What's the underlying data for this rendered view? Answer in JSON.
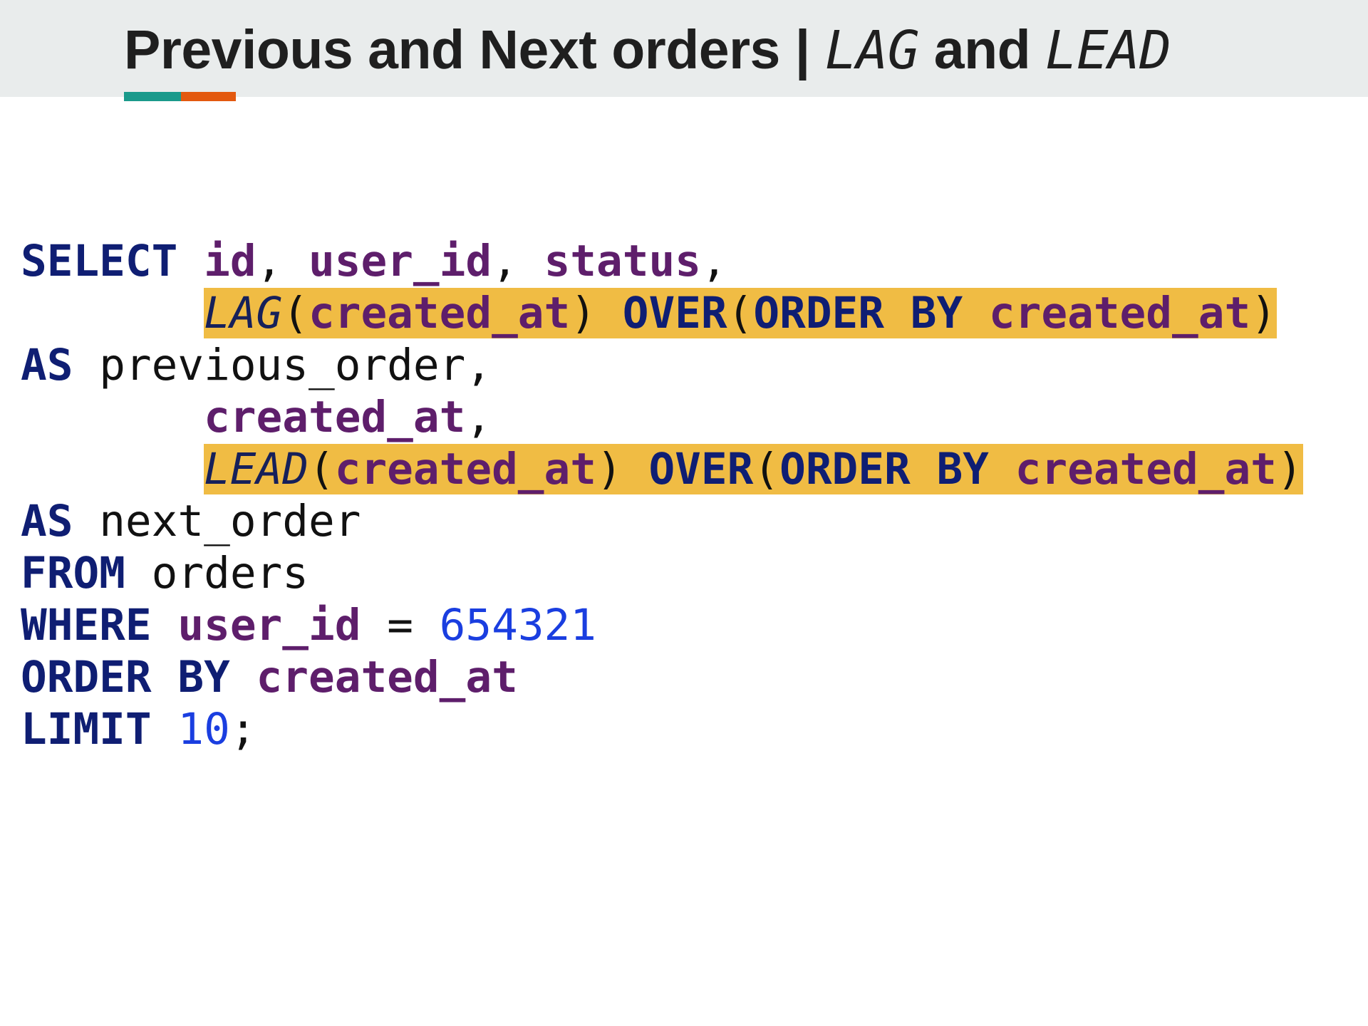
{
  "title": {
    "part1": "Previous and Next orders | ",
    "lag": "LAG",
    "and": " and ",
    "lead": "LEAD"
  },
  "colors": {
    "keyword": "#0f1e73",
    "column": "#5e1e6b",
    "number": "#1a3ee0",
    "highlight": "#f0bc44",
    "accent_teal": "#1a9a8b",
    "accent_orange": "#e3590f"
  },
  "code": {
    "select": "SELECT",
    "id": "id",
    "comma": ",",
    "user_id": "user_id",
    "status": "status",
    "lag": "LAG",
    "lead": "LEAD",
    "lparen": "(",
    "rparen": ")",
    "created_at": "created_at",
    "over": "OVER",
    "order_by": "ORDER BY",
    "as": "AS",
    "previous_order": "previous_order",
    "next_order": "next_order",
    "from": "FROM",
    "orders": "orders",
    "where": "WHERE",
    "equals": "=",
    "user_value": "654321",
    "limit": "LIMIT",
    "limit_value": "10",
    "semicolon": ";"
  }
}
